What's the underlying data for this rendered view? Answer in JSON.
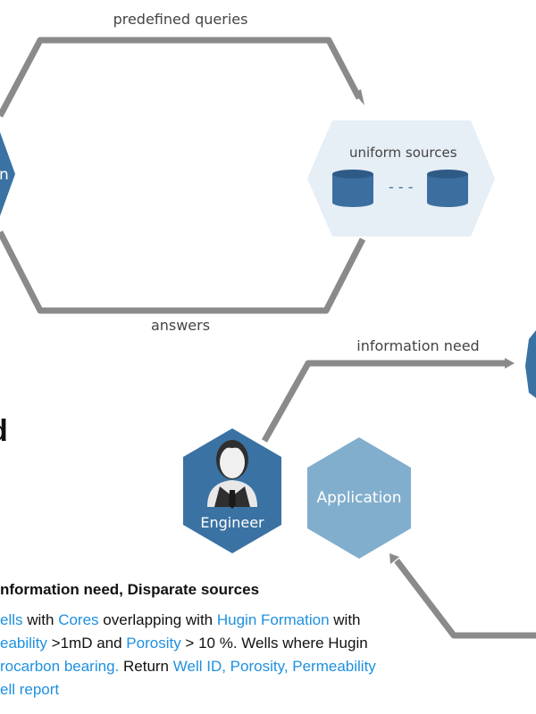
{
  "colors": {
    "connector": "#8a8a8a",
    "hex_dark": "#3a72a3",
    "hex_light": "#82aecd",
    "sources_panel": "#e6eef6",
    "database": "#3c6fa0",
    "highlight": "#1e90e0"
  },
  "icons": [
    "engineer-person-icon",
    "database-icon"
  ],
  "labels": {
    "predefined_queries": "predefined queries",
    "answers": "answers",
    "information_need": "information need",
    "uniform_sources": "uniform sources",
    "db_ellipsis": "- - -",
    "engineer": "Engineer",
    "application": "Application",
    "left_hex_fragment": "n",
    "left_edge_fragment": "d"
  },
  "requirement": {
    "heading": "nformation need, Disparate sources",
    "lines": [
      [
        {
          "t": "ells",
          "h": true
        },
        {
          "t": " with ",
          "h": false
        },
        {
          "t": "Cores",
          "h": true
        },
        {
          "t": " overlapping with ",
          "h": false
        },
        {
          "t": "Hugin Formation",
          "h": true
        },
        {
          "t": " with",
          "h": false
        }
      ],
      [
        {
          "t": "eability",
          "h": true
        },
        {
          "t": " >1mD and ",
          "h": false
        },
        {
          "t": "Porosity",
          "h": true
        },
        {
          "t": " > 10 %. Wells where Hugin",
          "h": false
        }
      ],
      [
        {
          "t": "rocarbon bearing.",
          "h": true
        },
        {
          "t": " Return ",
          "h": false
        },
        {
          "t": "Well ID, Porosity, Permeability",
          "h": true
        }
      ],
      [
        {
          "t": "ell report",
          "h": true
        }
      ]
    ]
  }
}
